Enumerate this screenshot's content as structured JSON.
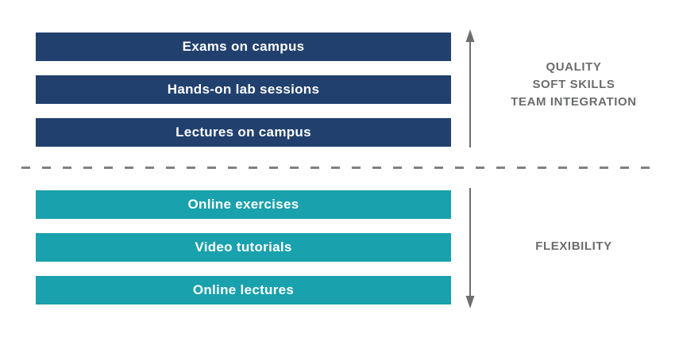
{
  "colors": {
    "navy": "#21406e",
    "teal": "#19a1ad",
    "label_gray": "#6b6c6e",
    "arrow_gray": "#6d6e70",
    "dash_gray": "#7f8184",
    "background": "#ffffff"
  },
  "on_campus_group": {
    "bars": [
      {
        "label": "Exams on campus"
      },
      {
        "label": "Hands-on lab sessions"
      },
      {
        "label": "Lectures on campus"
      }
    ],
    "benefit_lines": [
      "QUALITY",
      "SOFT SKILLS",
      "TEAM INTEGRATION"
    ]
  },
  "online_group": {
    "bars": [
      {
        "label": "Online exercises"
      },
      {
        "label": "Video tutorials"
      },
      {
        "label": "Online lectures"
      }
    ],
    "benefit_lines": [
      "FLEXIBILITY"
    ]
  },
  "icons": {
    "top_arrow": "arrow-up-icon",
    "bottom_arrow": "arrow-down-icon"
  }
}
